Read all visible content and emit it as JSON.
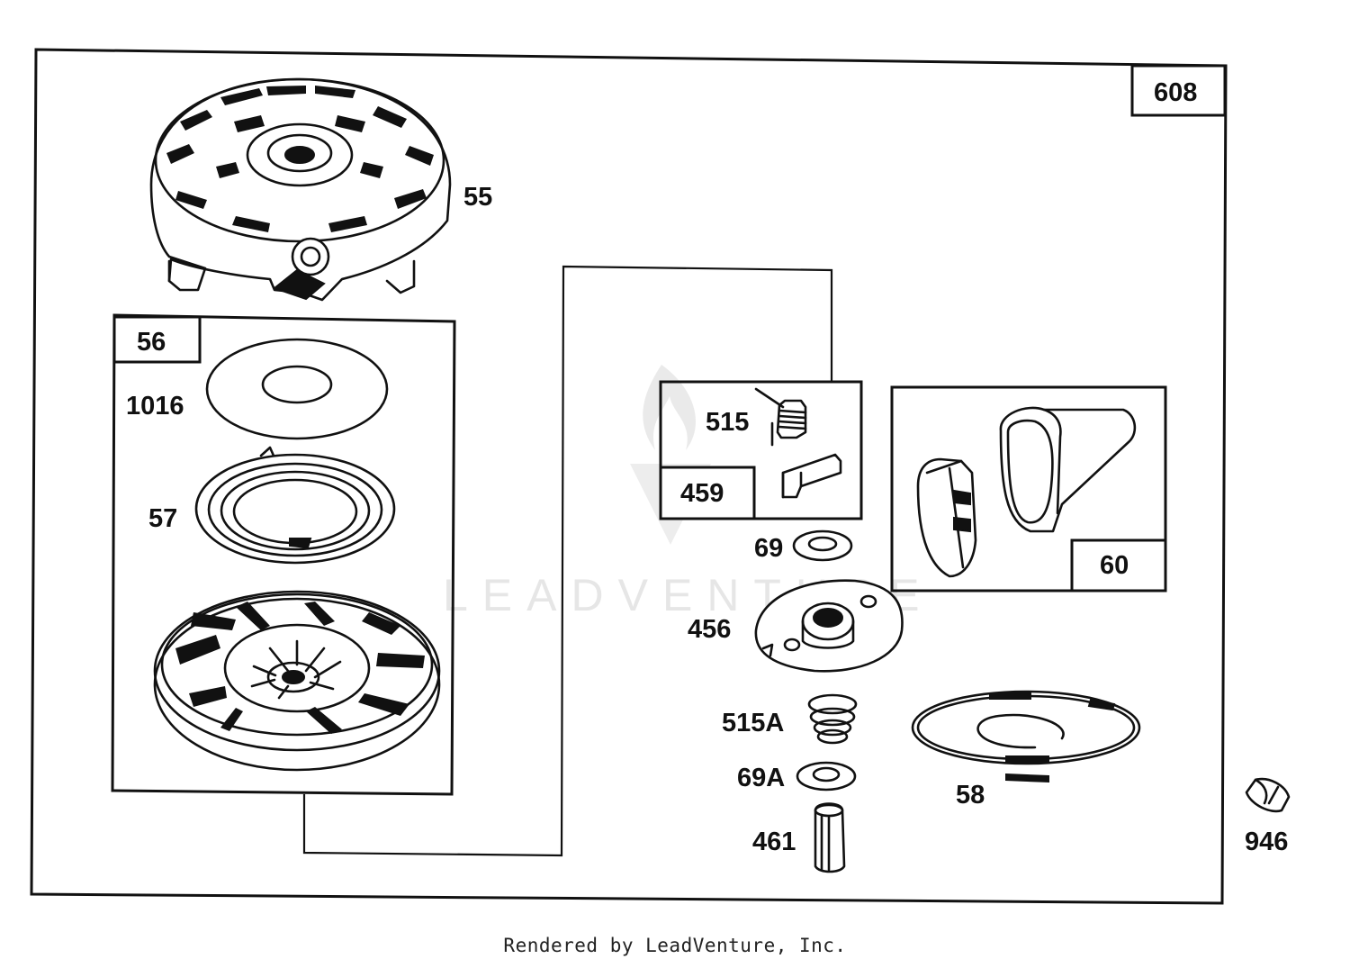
{
  "diagram": {
    "labels": {
      "kit_608": "608",
      "housing_55": "55",
      "kit_56": "56",
      "washer_1016": "1016",
      "spring_57": "57",
      "kit_515_459_spring": "515",
      "kit_459": "459",
      "kit_60": "60",
      "washer_69": "69",
      "retainer_456": "456",
      "spring_515a": "515A",
      "washer_69a": "69A",
      "pin_461": "461",
      "rope_58": "58",
      "part_946": "946"
    },
    "watermark": "LEADVENTURE",
    "footer": "Rendered by LeadVenture, Inc."
  }
}
